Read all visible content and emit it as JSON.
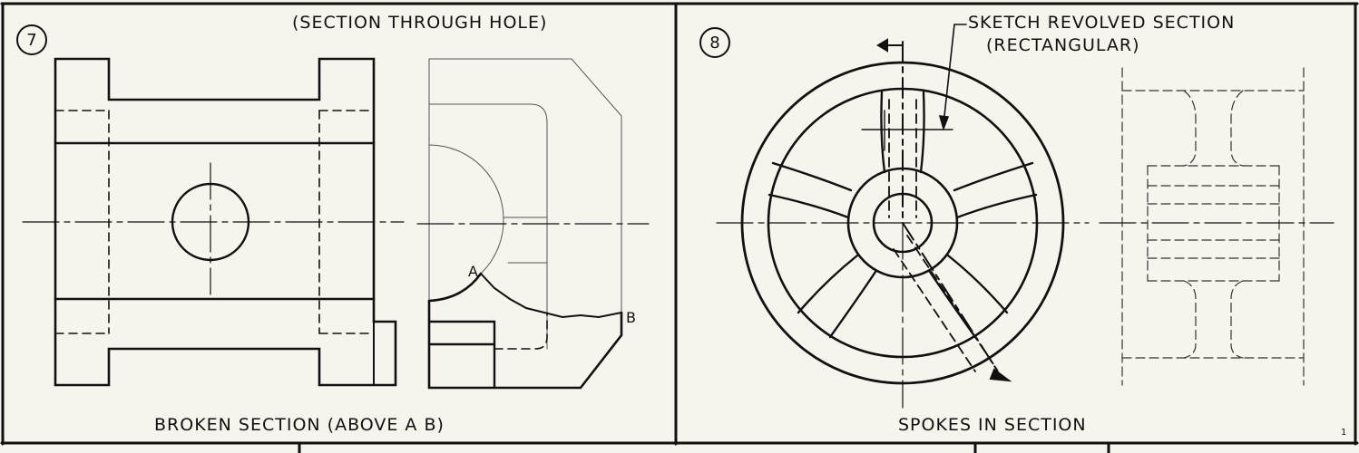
{
  "panels": [
    {
      "number": "7",
      "top_label": "(SECTION THROUGH HOLE)",
      "point_a": "A",
      "point_b": "B",
      "caption": "BROKEN SECTION (ABOVE A B)"
    },
    {
      "number": "8",
      "callout_line1": "SKETCH REVOLVED SECTION",
      "callout_line2": "(RECTANGULAR)",
      "caption": "SPOKES IN SECTION"
    }
  ],
  "page_mark": "1"
}
